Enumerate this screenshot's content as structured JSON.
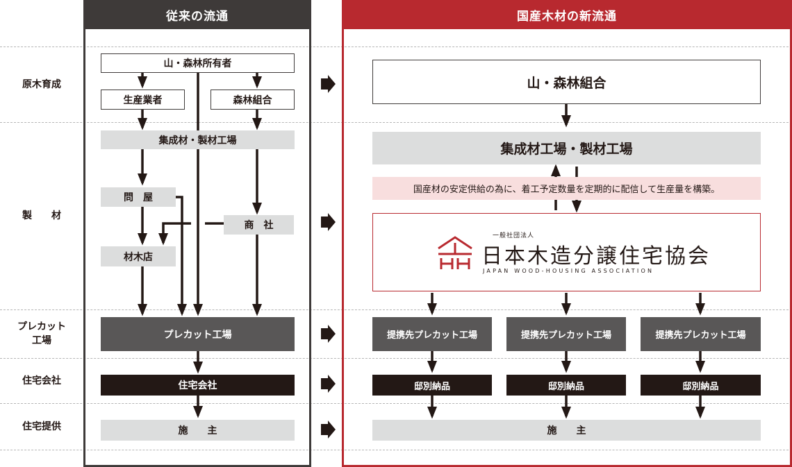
{
  "header": {
    "traditional_title": "従来の流通",
    "new_title": "国産木材の新流通"
  },
  "stages": [
    {
      "label": "原木育成"
    },
    {
      "label": "製　　材"
    },
    {
      "label": "プレカット\n工場"
    },
    {
      "label": "住宅会社"
    },
    {
      "label": "住宅提供"
    }
  ],
  "traditional": {
    "owner": "山・森林所有者",
    "producer": "生産業者",
    "forest_coop": "森林組合",
    "mill": "集成材・製材工場",
    "wholesaler": "問　屋",
    "trader": "商　社",
    "lumber_store": "材木店",
    "precut": "プレカット工場",
    "housing_company": "住宅会社",
    "client": "施　　主"
  },
  "new": {
    "forest_coop": "山・森林組合",
    "mill": "集成材工場・製材工場",
    "note": "国産材の安定供給の為に、着工予定数量を定期的に配信して生産量を構築。",
    "association": {
      "small": "一般社団法人",
      "name": "日本木造分譲住宅協会",
      "en": "JAPAN WOOD-HOUSING ASSOCIATION"
    },
    "precut_partners": [
      "提携先プレカット工場",
      "提携先プレカット工場",
      "提携先プレカット工場"
    ],
    "deliveries": [
      "邸別納品",
      "邸別納品",
      "邸別納品"
    ],
    "client": "施　　主"
  },
  "colors": {
    "traditional_frame": "#3e3a39",
    "new_frame": "#b8292f",
    "gray_box": "#dcdddd",
    "dark_box": "#595757",
    "black_box": "#231815",
    "note_bg": "#f8dede",
    "logo_accent": "#b8292f"
  },
  "icons": [
    "right-arrow-icon",
    "down-arrow-icon",
    "up-arrow-icon",
    "house-logo-icon"
  ]
}
